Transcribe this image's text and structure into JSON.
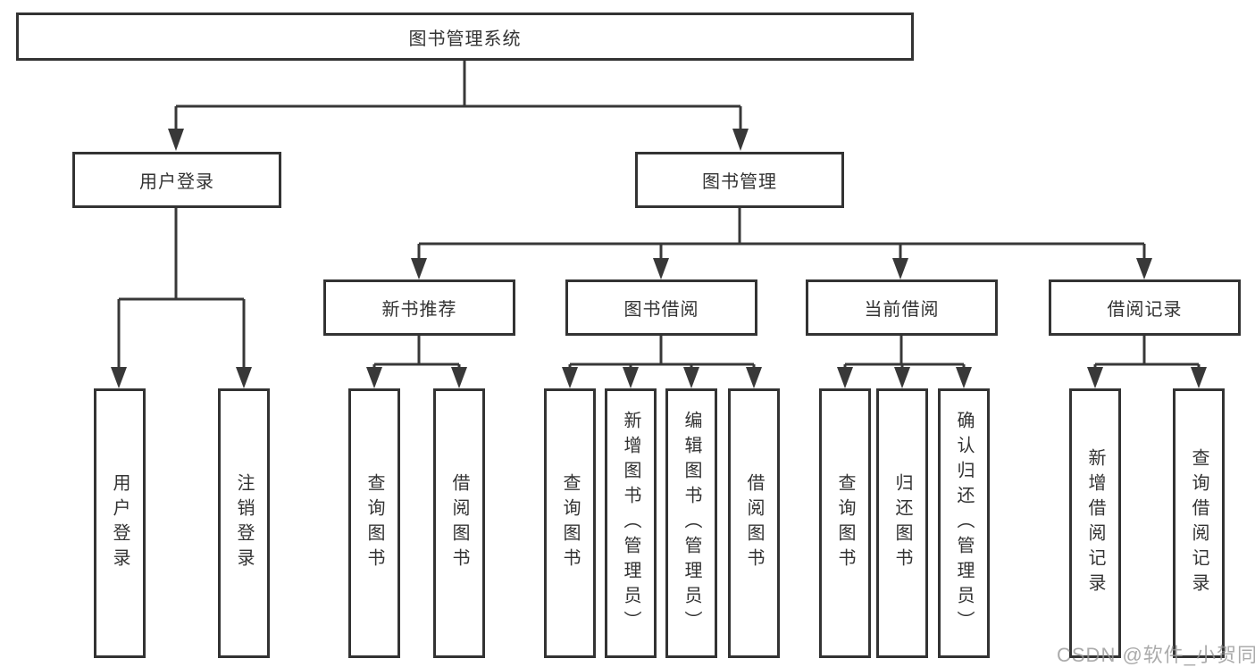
{
  "colors": {
    "line": "#383838",
    "box_border": "#333333",
    "text": "#333333",
    "watermark": "#969696"
  },
  "tree": {
    "label": "图书管理系统",
    "children": [
      {
        "label": "用户登录",
        "children": [
          {
            "label": "用户登录"
          },
          {
            "label": "注销登录"
          }
        ]
      },
      {
        "label": "图书管理",
        "children": [
          {
            "label": "新书推荐",
            "children": [
              {
                "label": "查询图书"
              },
              {
                "label": "借阅图书"
              }
            ]
          },
          {
            "label": "图书借阅",
            "children": [
              {
                "label": "查询图书"
              },
              {
                "label": "新增图书（管理员）"
              },
              {
                "label": "编辑图书（管理员）"
              },
              {
                "label": "借阅图书"
              }
            ]
          },
          {
            "label": "当前借阅",
            "children": [
              {
                "label": "查询图书"
              },
              {
                "label": "归还图书"
              },
              {
                "label": "确认归还（管理员）"
              }
            ]
          },
          {
            "label": "借阅记录",
            "children": [
              {
                "label": "新增借阅记录"
              },
              {
                "label": "查询借阅记录"
              }
            ]
          }
        ]
      }
    ]
  },
  "watermark": {
    "text": "CSDN @软件_小贺同学"
  }
}
